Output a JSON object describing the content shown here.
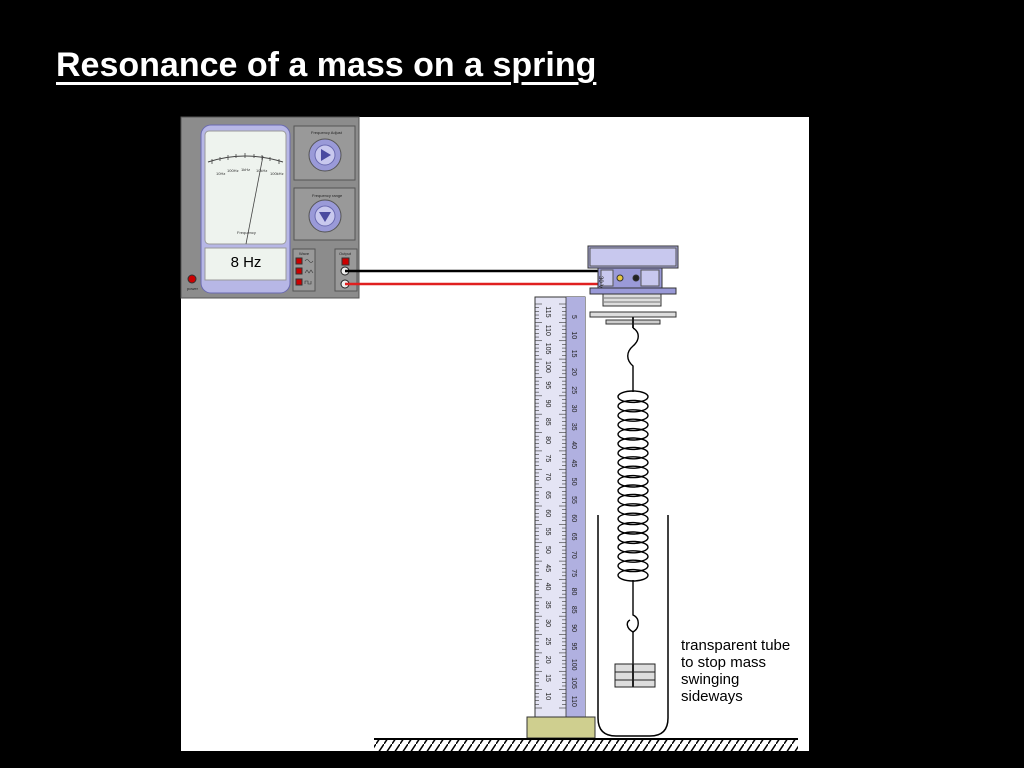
{
  "title": "Resonance of a mass on a spring",
  "signal_generator": {
    "frequency_display": "8 Hz",
    "meter_label": "Frequency",
    "meter_scale": [
      "10Hz",
      "100Hz",
      "1kHz",
      "10kHz",
      "100kHz"
    ],
    "frequency_adjust_label": "Frequency Adjust",
    "frequency_range_label": "Frequency range",
    "wave_label": "Wave",
    "output_label": "Output",
    "power_label": "power"
  },
  "vibrator_label": "30 V",
  "ruler": {
    "left_scale": [
      "115",
      "110",
      "105",
      "100",
      "95",
      "90",
      "85",
      "80",
      "75",
      "70",
      "65",
      "60",
      "55",
      "50",
      "45",
      "40",
      "35",
      "30",
      "25",
      "20",
      "15",
      "10"
    ],
    "right_scale": [
      "5",
      "10",
      "15",
      "20",
      "25",
      "30",
      "35",
      "40",
      "45",
      "50",
      "55",
      "60",
      "65",
      "70",
      "75",
      "80",
      "85",
      "90",
      "95",
      "100",
      "105",
      "110"
    ]
  },
  "tube_note": [
    "transparent tube",
    "to stop mass",
    "swinging",
    "sideways"
  ],
  "colors": {
    "background": "#000000",
    "panel": "#ffffff",
    "instrument_grey": "#8c8c8c",
    "accent_blue": "#9a9ad8",
    "lead_red": "#e02020",
    "lead_black": "#000000",
    "base_block": "#cfcf8f"
  }
}
